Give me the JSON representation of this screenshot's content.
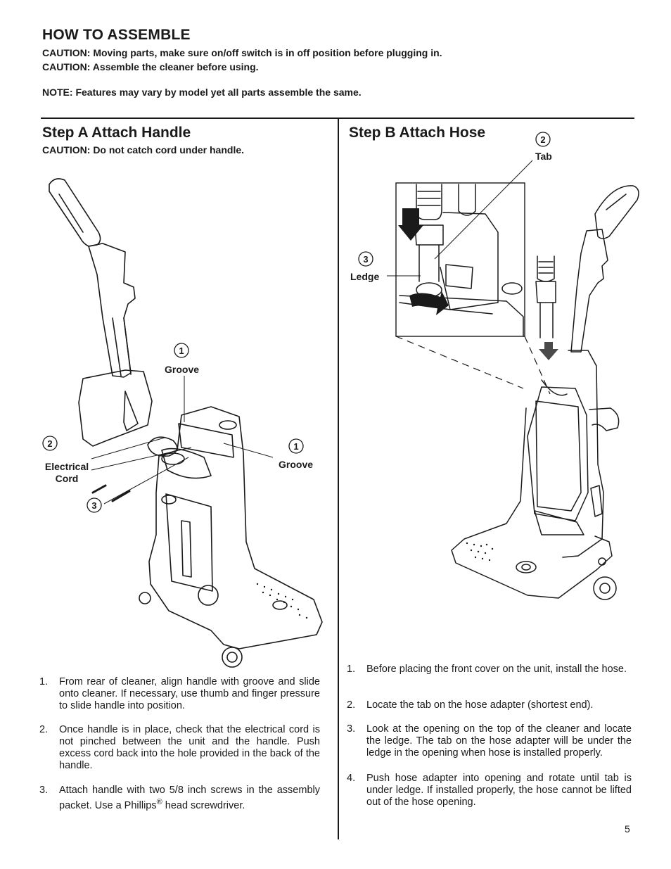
{
  "header": {
    "title": "HOW TO ASSEMBLE",
    "caution1": "CAUTION:  Moving parts, make sure on/off switch is in off position before plugging in.",
    "caution2": "CAUTION:  Assemble the cleaner before using.",
    "note": "NOTE:  Features may vary by model yet all parts assemble the same."
  },
  "step_a": {
    "title": "Step A  Attach Handle",
    "caution": "CAUTION: Do not catch cord under handle.",
    "callouts": {
      "n1": "1",
      "groove_top": "Groove",
      "n1b": "1",
      "groove_right": "Groove",
      "n2": "2",
      "electrical": "Electrical",
      "cord": "Cord",
      "n3": "3"
    },
    "instructions": [
      {
        "num": "1.",
        "text": "From rear of cleaner, align handle with groove and slide onto cleaner. If necessary, use thumb and finger pressure to slide handle into position."
      },
      {
        "num": "2.",
        "text": "Once handle is in place, check that the electrical cord is not pinched between the unit and the handle. Push excess cord back into the hole provided in the back of the handle."
      },
      {
        "num": "3.",
        "text_before": "Attach handle with two 5/8 inch screws in the assembly packet. Use a Phillips",
        "sup": "®",
        "text_after": " head screwdriver."
      }
    ]
  },
  "step_b": {
    "title": "Step B Attach Hose",
    "callouts": {
      "n2": "2",
      "tab": "Tab",
      "n3": "3",
      "ledge": "Ledge"
    },
    "instructions": [
      {
        "num": "1.",
        "text": "Before placing the front cover on the unit, install the hose."
      },
      {
        "num": "2.",
        "text": "Locate the tab on the hose adapter (shortest end)."
      },
      {
        "num": "3.",
        "text": "Look at the opening on the top of the cleaner and locate the ledge. The tab on the hose adapter will be under the ledge in the opening when hose is installed properly."
      },
      {
        "num": "4.",
        "text": "Push hose adapter into opening and rotate until tab is under ledge. If installed properly, the hose cannot be lifted out of the hose opening."
      }
    ]
  },
  "page_number": "5"
}
